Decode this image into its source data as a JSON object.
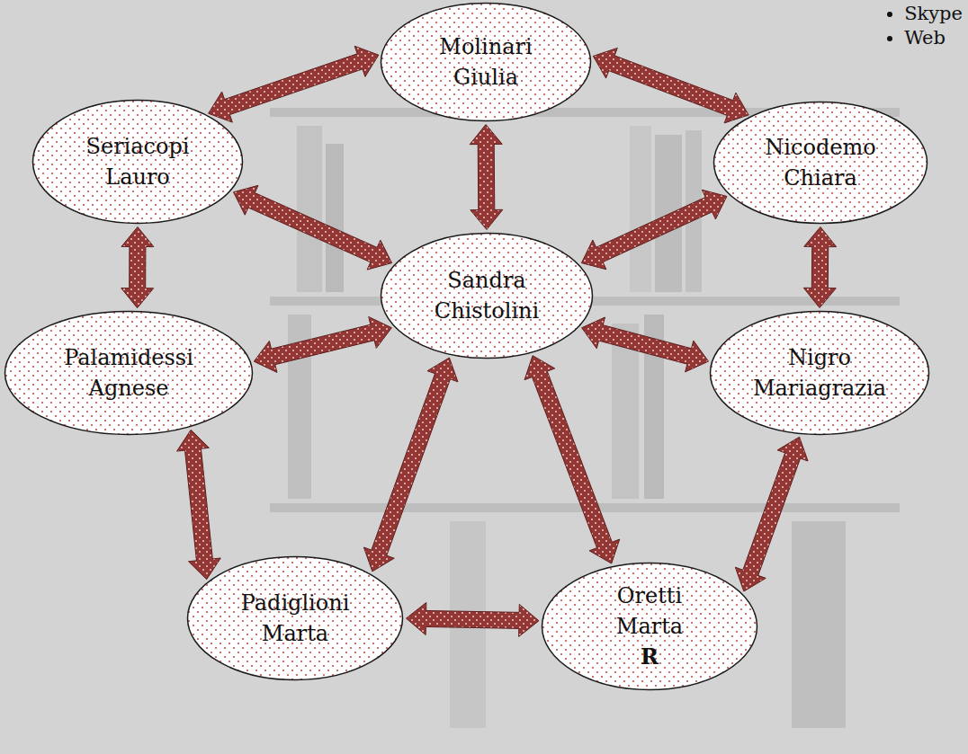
{
  "diagram": {
    "nodes": [
      {
        "text": [
          "Molinari Giulia"
        ]
      },
      {
        "text": [
          "Seriacopi Lauro"
        ]
      },
      {
        "text": [
          "Nicodemo Chiara"
        ]
      },
      {
        "text": [
          "Sandra Chistolini"
        ]
      },
      {
        "text": [
          "Palamidessi Agnese"
        ]
      },
      {
        "text": [
          "Nigro Mariagrazia"
        ]
      },
      {
        "text": [
          "Padiglioni Marta"
        ]
      },
      {
        "text": [
          "Oretti Marta",
          "R"
        ]
      }
    ],
    "edges": [
      {
        "from": 1,
        "to": 0,
        "arrow": "both"
      },
      {
        "from": 0,
        "to": 2,
        "arrow": "both"
      },
      {
        "from": 0,
        "to": 3,
        "arrow": "both"
      },
      {
        "from": 1,
        "to": 3,
        "arrow": "both"
      },
      {
        "from": 2,
        "to": 3,
        "arrow": "both"
      },
      {
        "from": 1,
        "to": 4,
        "arrow": "both"
      },
      {
        "from": 2,
        "to": 5,
        "arrow": "both"
      },
      {
        "from": 4,
        "to": 3,
        "arrow": "both"
      },
      {
        "from": 3,
        "to": 5,
        "arrow": "both"
      },
      {
        "from": 4,
        "to": 6,
        "arrow": "both"
      },
      {
        "from": 5,
        "to": 7,
        "arrow": "both"
      },
      {
        "from": 6,
        "to": 3,
        "arrow": "both"
      },
      {
        "from": 3,
        "to": 7,
        "arrow": "both"
      },
      {
        "from": 6,
        "to": 7,
        "arrow": "both"
      }
    ],
    "labels": [
      "Skype",
      "Web"
    ]
  }
}
